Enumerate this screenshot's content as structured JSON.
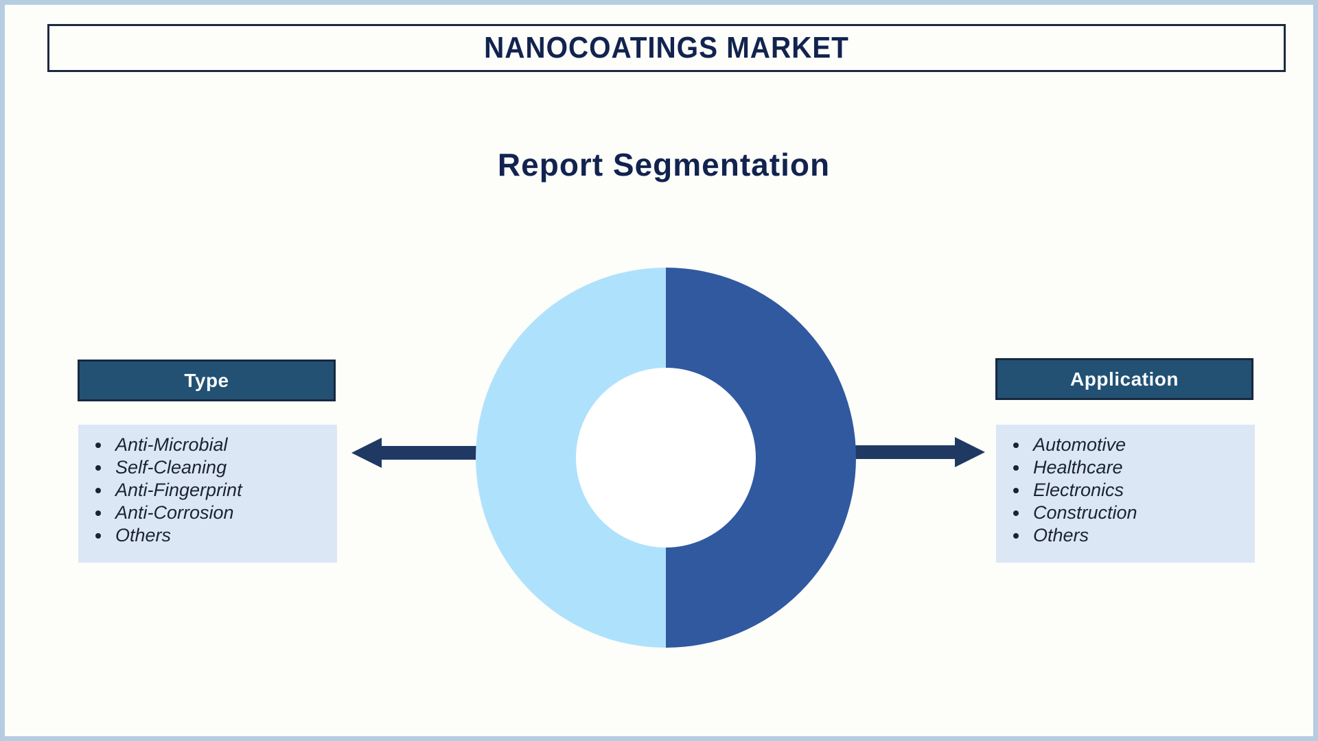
{
  "title_bar": {
    "text": "NANOCOATINGS MARKET"
  },
  "heading": {
    "text": "Report Segmentation"
  },
  "donut": {
    "left_half_color": "#aee2fc",
    "right_half_color": "#30599f",
    "left_value": 50,
    "right_value": 50
  },
  "colors": {
    "arrow": "#1f3963",
    "header_bg": "#235173",
    "header_border": "#16293f",
    "list_bg": "#dce7f5",
    "title_text": "#12234f",
    "page_border": "#b6cde0"
  },
  "type_panel": {
    "header": "Type",
    "items": [
      "Anti-Microbial",
      "Self-Cleaning",
      "Anti-Fingerprint",
      "Anti-Corrosion",
      "Others"
    ]
  },
  "application_panel": {
    "header": "Application",
    "items": [
      "Automotive",
      "Healthcare",
      "Electronics",
      "Construction",
      "Others"
    ]
  }
}
